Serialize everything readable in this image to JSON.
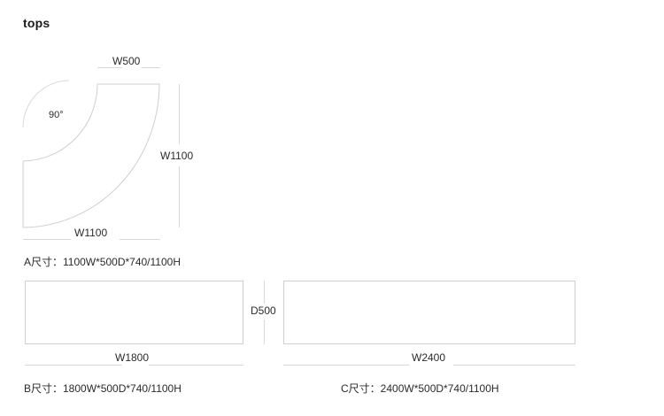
{
  "header": {
    "title": "tops"
  },
  "parts": [
    {
      "id": "A",
      "shape": "l-corner",
      "angle_label": "90°",
      "dimensions": {
        "top": "W500",
        "right": "W1100",
        "bottom": "W1100"
      },
      "caption": "A尺寸：1100W*500D*740/1100H"
    },
    {
      "id": "B",
      "shape": "rectangle",
      "dimensions": {
        "bottom": "W1800",
        "depth": "D500"
      },
      "caption": "B尺寸：1800W*500D*740/1100H"
    },
    {
      "id": "C",
      "shape": "rectangle",
      "dimensions": {
        "bottom": "W2400"
      },
      "caption": "C尺寸：2400W*500D*740/1100H"
    }
  ],
  "colors": {
    "outline": "#cfcfcf",
    "dimension_line": "#d8d8d8",
    "text": "#2b2b2b",
    "title": "#1b1b1b",
    "background": "#ffffff"
  }
}
